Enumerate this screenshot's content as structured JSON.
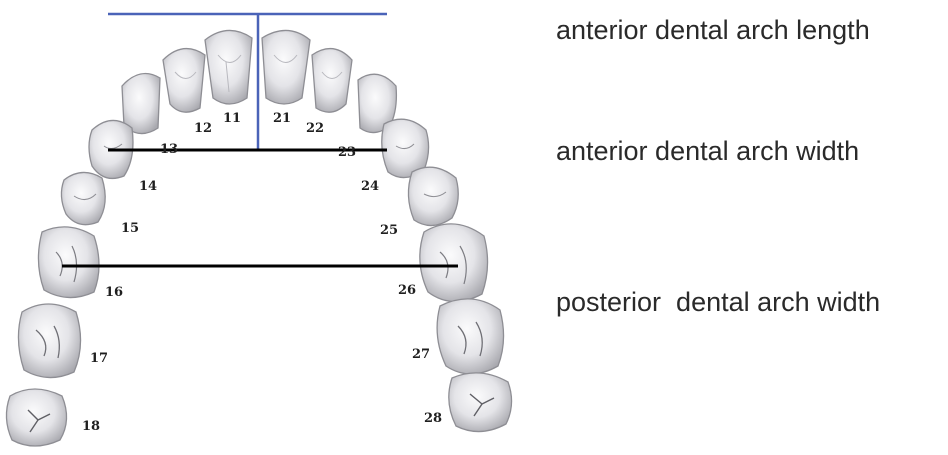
{
  "legend": {
    "anterior_length": "anterior dental arch length",
    "anterior_width": "anterior dental arch width",
    "posterior_width": "posterior  dental arch width"
  },
  "teeth": {
    "t11": "11",
    "t12": "12",
    "t13": "13",
    "t14": "14",
    "t15": "15",
    "t16": "16",
    "t17": "17",
    "t18": "18",
    "t21": "21",
    "t22": "22",
    "t23": "23",
    "t24": "24",
    "t25": "25",
    "t26": "26",
    "t27": "27",
    "t28": "28"
  },
  "colors": {
    "length_line": "#4a63b8",
    "width_lines": "#000000",
    "tooth_fill": "#e9e9ec",
    "tooth_shadow": "#9a9aa0"
  }
}
